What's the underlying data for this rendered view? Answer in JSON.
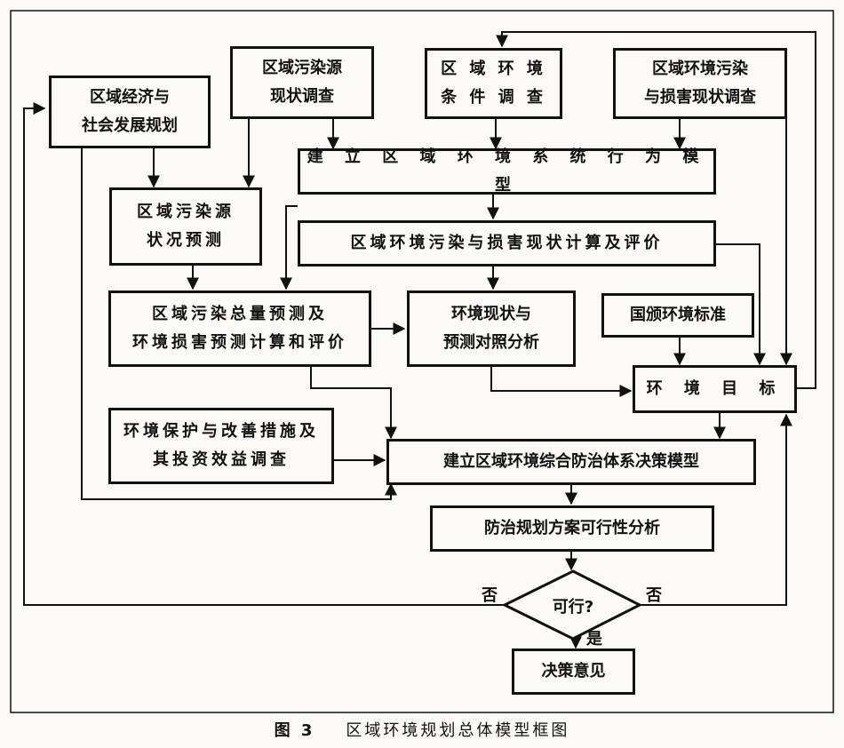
{
  "diagram": {
    "nodes": {
      "n_econ": "区域经济与\n社会发展规划",
      "n_src_survey": "区域污染源\n现状调查",
      "n_env_cond": "区 域 环 境\n条 件 调 查",
      "n_damage_survey": "区域环境污染\n与损害现状调查",
      "n_system_model": "建 立 区 域 环 境 系 统 行 为 模 型",
      "n_src_forecast": "区域污染源\n状况预测",
      "n_current_eval": "区域环境污染与损害现状计算及评价",
      "n_total_forecast": "区域污染总量预测及\n环境损害预测计算和评价",
      "n_compare": "环境现状与\n预测对照分析",
      "n_standard": "国颁环境标准",
      "n_target": "环 境 目 标",
      "n_measures": "环境保护与改善措施及\n其投资效益调查",
      "n_decision_model": "建立区域环境综合防治体系决策模型",
      "n_feasibility": "防治规划方案可行性分析",
      "n_feasible": "可行?",
      "n_opinion": "决策意见"
    },
    "edge_labels": {
      "no_left": "否",
      "no_right": "否",
      "yes": "是"
    }
  },
  "caption": {
    "figure_no": "图 3",
    "title": "区域环境规划总体模型框图"
  }
}
